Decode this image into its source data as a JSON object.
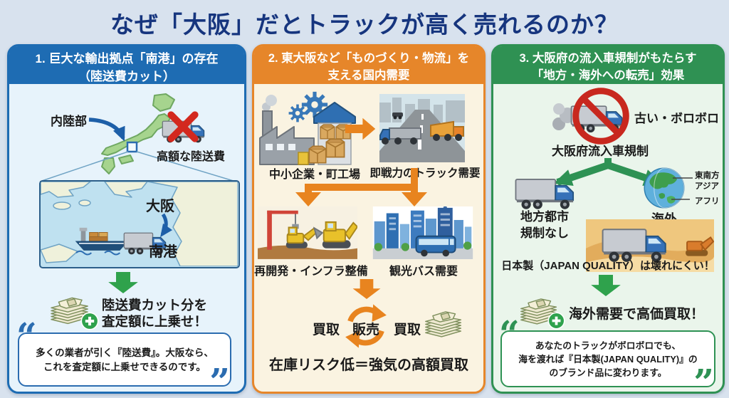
{
  "title": "なぜ「大阪」だとトラックが高く売れるのか？",
  "colors": {
    "background": "#D8E2EE",
    "title": "#16357E",
    "panel1_accent": "#1E6CB3",
    "panel2_accent": "#E6862A",
    "panel3_accent": "#2F9153",
    "green_arrow": "#2FA24C",
    "orange_arrow": "#E8841F",
    "ban_red": "#C8281E"
  },
  "panel1": {
    "header_line1": "1. 巨大な輸出拠点「南港」の存在",
    "header_line2": "（陸送費カット）",
    "inland_label": "内陸部",
    "expensive_label": "高額な陸送費",
    "osaka_label": "大阪",
    "nanko_label": "南港",
    "benefit_line1": "陸送費カット分を",
    "benefit_line2": "査定額に上乗せ！",
    "quote_line1": "多くの業者が引く『陸送費』。大阪なら、",
    "quote_line2": "これを査定額に上乗せできるのです。"
  },
  "panel2": {
    "header_line1": "2. 東大阪など「ものづくり・物流」を",
    "header_line2": "支える国内需要",
    "factory_label": "中小企業・町工場",
    "truck_demand_label": "即戦力のトラック需要",
    "redevelopment_label": "再開発・インフラ整備",
    "bus_label": "観光バス需要",
    "cycle_buy_left": "買取",
    "cycle_sell": "販売",
    "cycle_buy_right": "買取",
    "conclusion": "在庫リスク低＝強気の高額買取"
  },
  "panel3": {
    "header_line1": "3. 大阪府の流入車規制がもたらす",
    "header_line2": "「地方・海外への転売」効果",
    "old_truck_label": "古い・ボロボロ",
    "regulation_label": "大阪府流入車規制",
    "regional_line1": "地方都市",
    "regional_line2": "規制なし",
    "overseas_label": "海外",
    "globe_callout1_line1": "東南方",
    "globe_callout1_line2": "アジア",
    "globe_callout2": "アフリ",
    "japan_quality": "日本製（JAPAN QUALITY）は壊れにくい！",
    "benefit": "海外需要で高価買取！",
    "quote_line1": "あなたのトラックがボロボロでも、",
    "quote_line2": "海を渡れば『日本製(JAPAN QUALITY)』の",
    "quote_line3": "のブランド品に変わります。"
  }
}
